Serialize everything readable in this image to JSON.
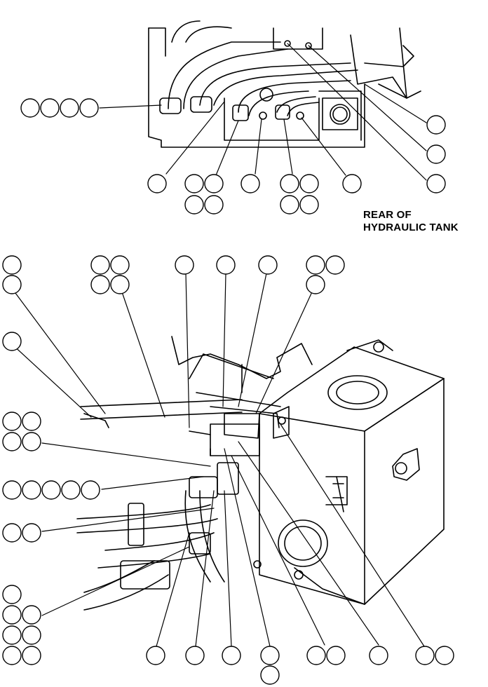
{
  "figure": {
    "caption_line1": "REAR OF",
    "caption_line2": "HYDRAULIC TANK"
  },
  "colors": {
    "ink": "#000000",
    "paper": "#ffffff",
    "shade": "#3a3a3a"
  },
  "callouts": {
    "top_view": [
      "callout-group-4-left",
      "callout-right-upper",
      "callout-right-middle",
      "callout-right-lower",
      "callout-bottom-row"
    ],
    "main_view": [
      "callout-top-row",
      "callout-left-column",
      "callout-bottom-row"
    ]
  }
}
